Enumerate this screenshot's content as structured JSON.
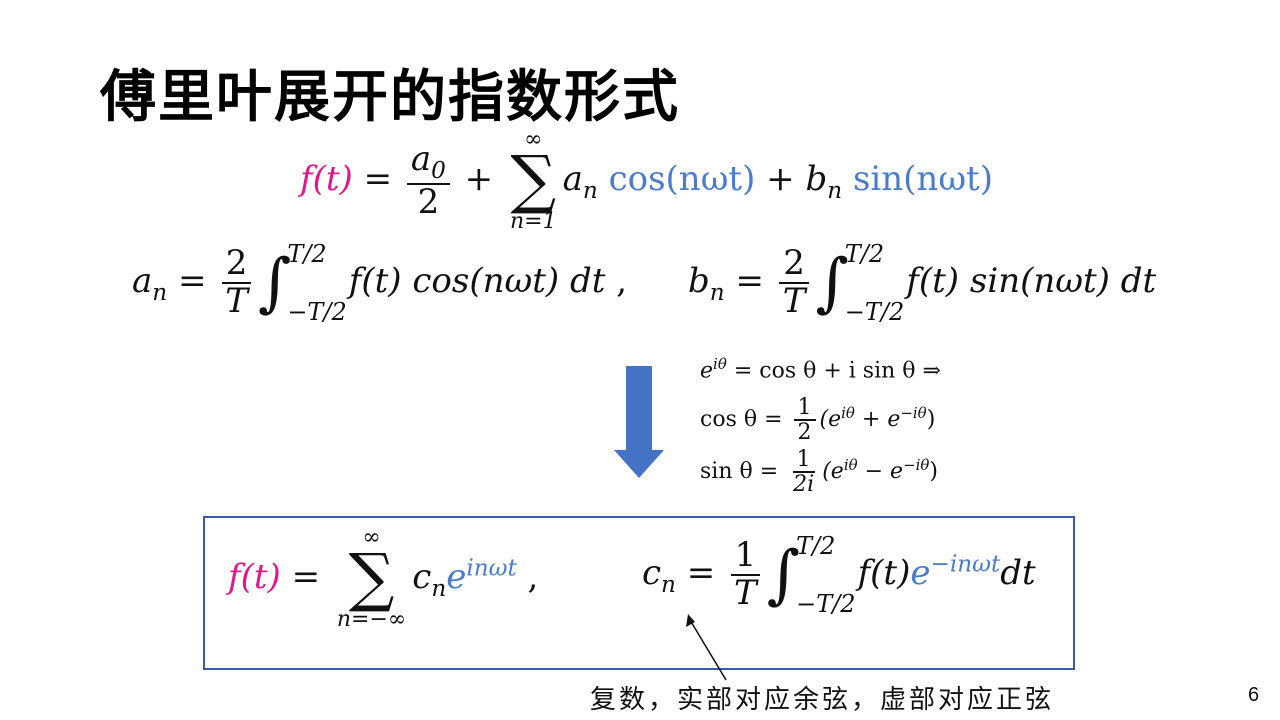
{
  "slide": {
    "title": "傅里叶展开的指数形式",
    "page_number": "6",
    "colors": {
      "function_color": "#e0188a",
      "trig_color": "#4a7cc9",
      "arrow_color": "#4472c4",
      "box_border": "#3b5aa6"
    }
  },
  "eq1": {
    "lhs": "f(t)",
    "equals": " = ",
    "frac_num": "a",
    "frac_num_sub": "0",
    "frac_den": "2",
    "plus": " + ",
    "sum_top": "∞",
    "sum_bottom": "n=1",
    "a": "a",
    "a_sub": "n",
    "cos": "cos(nωt)",
    "plus2": " + ",
    "b": "b",
    "b_sub": "n",
    "sin": "sin(nωt)"
  },
  "eq2": {
    "lhs": "a",
    "lhs_sub": "n",
    "equals": " = ",
    "frac_num": "2",
    "frac_den": "T",
    "int_top": "T/2",
    "int_bottom": "−T/2",
    "integrand": "f(t) cos(nωt) dt",
    "comma": " ,"
  },
  "eq3": {
    "lhs": "b",
    "lhs_sub": "n",
    "equals": " = ",
    "frac_num": "2",
    "frac_den": "T",
    "int_top": "T/2",
    "int_bottom": "−T/2",
    "integrand": "f(t) sin(nωt) dt"
  },
  "euler": {
    "line1_base": "e",
    "line1_sup": "iθ",
    "line1_rest": " = cos θ + i sin θ ⇒",
    "line2_lhs": "cos θ = ",
    "line2_num": "1",
    "line2_den": "2",
    "line2_rest_open": "(e",
    "line2_sup1": "iθ",
    "line2_mid": " + e",
    "line2_sup2": "−iθ",
    "line2_close": ")",
    "line3_lhs": "sin θ = ",
    "line3_num": "1",
    "line3_den": "2i",
    "line3_rest_open": "(e",
    "line3_sup1": "iθ",
    "line3_mid": " − e",
    "line3_sup2": "−iθ",
    "line3_close": ")"
  },
  "eq4": {
    "lhs": "f(t)",
    "equals": " = ",
    "sum_top": "∞",
    "sum_bottom": "n=−∞",
    "c": "c",
    "c_sub": "n",
    "e": "e",
    "e_sup": "inωt",
    "comma": " ,"
  },
  "eq5": {
    "lhs": "c",
    "lhs_sub": "n",
    "equals": " = ",
    "frac_num": "1",
    "frac_den": "T",
    "int_top": "T/2",
    "int_bottom": "−T/2",
    "integrand": "f(t)",
    "e": "e",
    "e_sup": "−inωt",
    "dt": "dt"
  },
  "annotation": {
    "text": "复数，实部对应余弦，虚部对应正弦"
  }
}
